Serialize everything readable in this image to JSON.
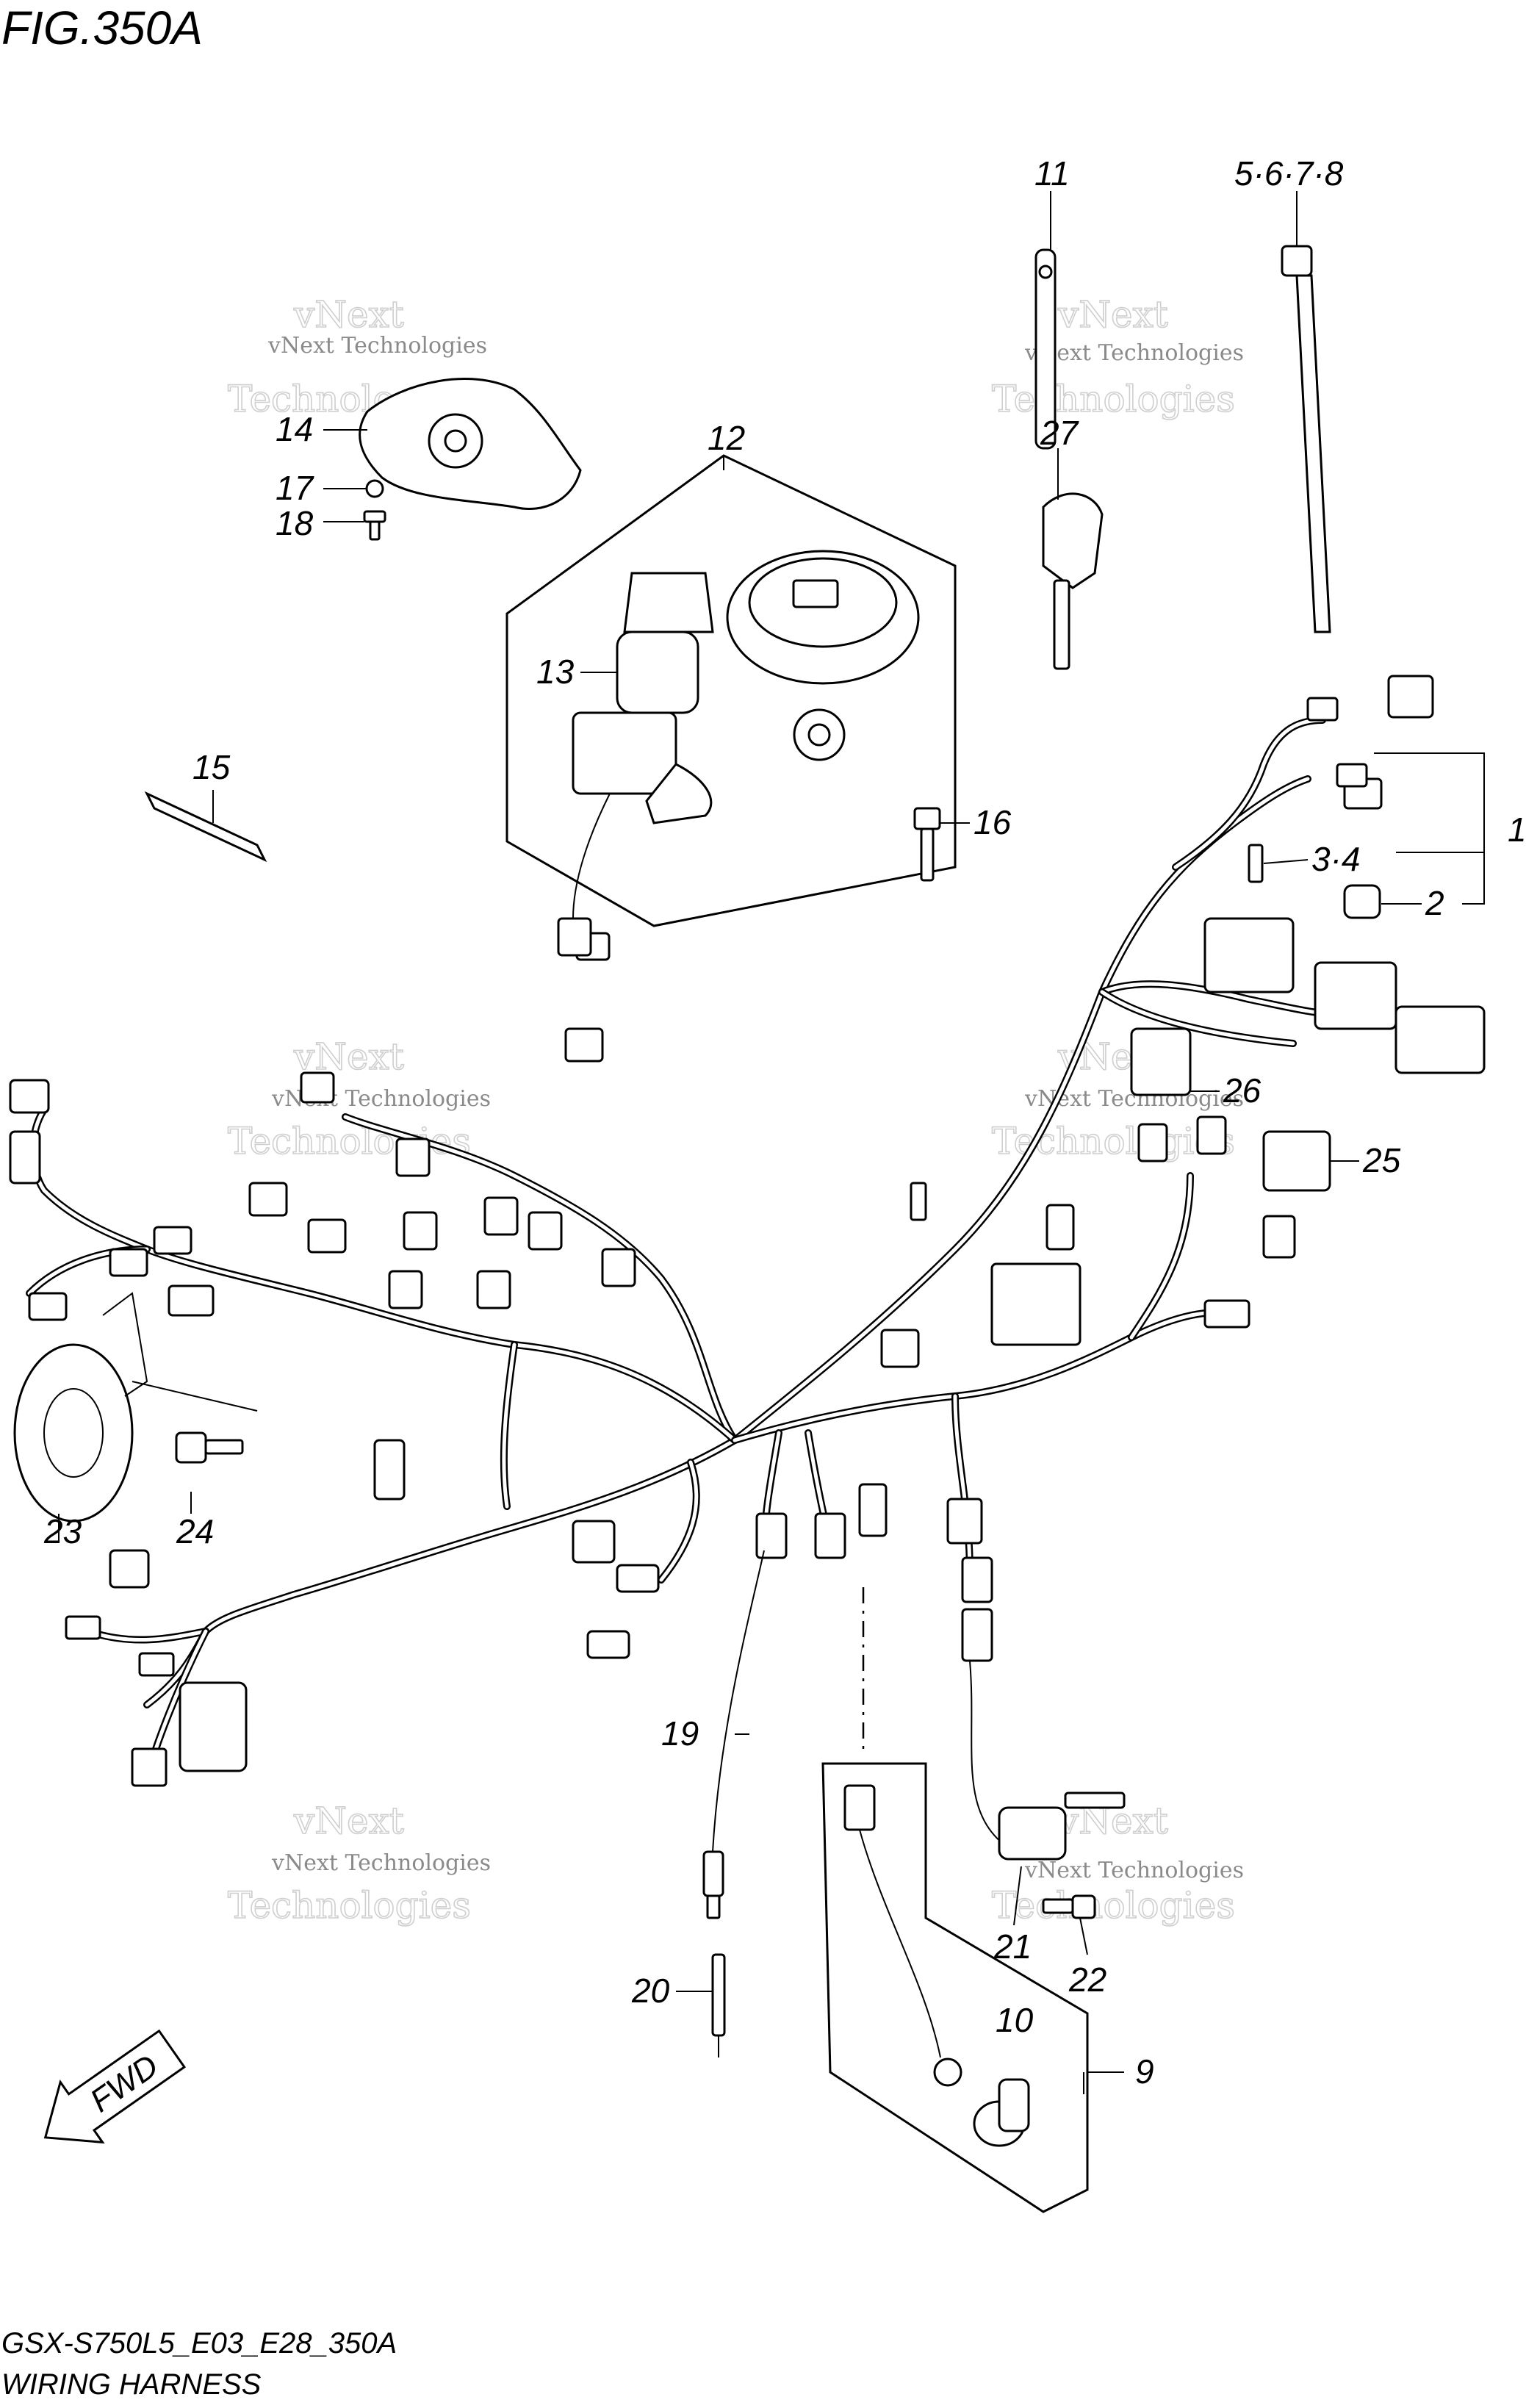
{
  "figure": {
    "title": "FIG.350A",
    "code": "GSX-S750L5_E03_E28_350A",
    "name": "WIRING HARNESS",
    "fwd_label": "FWD"
  },
  "watermark": {
    "small": "vNext Technologies",
    "big": "Technologies",
    "big_top": "vNext"
  },
  "callouts": {
    "c1": "1",
    "c2": "2",
    "c3_4": "3·4",
    "c5_8": "5·6·7·8",
    "c9": "9",
    "c10": "10",
    "c11": "11",
    "c12": "12",
    "c13": "13",
    "c14": "14",
    "c15": "15",
    "c16": "16",
    "c17": "17",
    "c18": "18",
    "c19": "19",
    "c20": "20",
    "c21": "21",
    "c22": "22",
    "c23": "23",
    "c24": "24",
    "c25": "25",
    "c26": "26",
    "c27": "27"
  }
}
